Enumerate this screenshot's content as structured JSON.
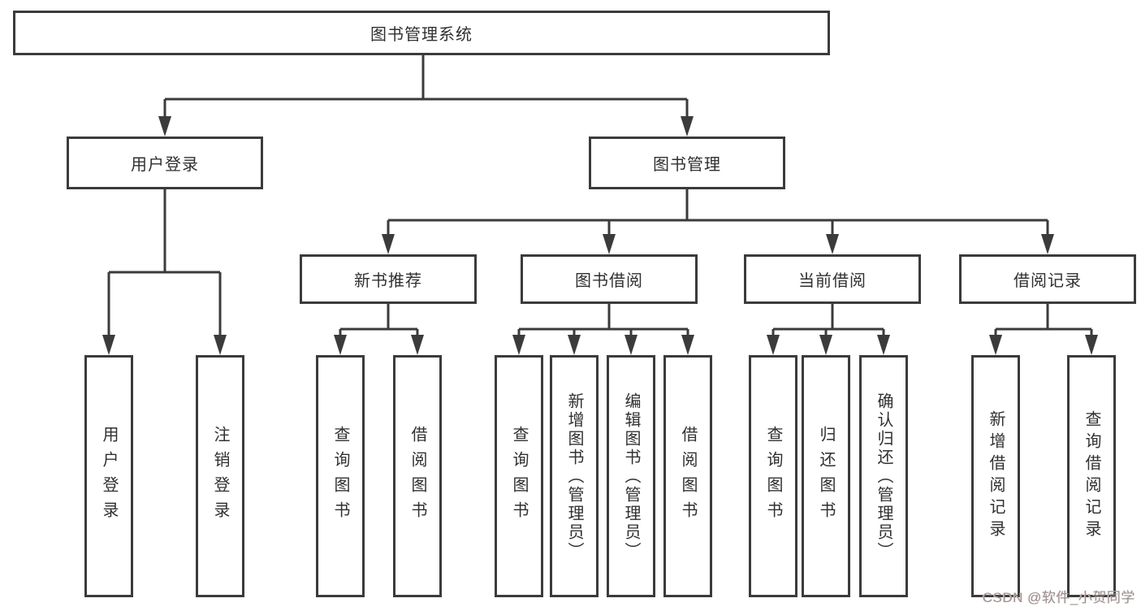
{
  "diagram": {
    "type": "hierarchy-tree",
    "root": {
      "label": "图书管理系统"
    },
    "level2": [
      {
        "label": "用户登录",
        "parent": "图书管理系统"
      },
      {
        "label": "图书管理",
        "parent": "图书管理系统"
      }
    ],
    "level3": [
      {
        "label": "新书推荐",
        "parent": "图书管理"
      },
      {
        "label": "图书借阅",
        "parent": "图书管理"
      },
      {
        "label": "当前借阅",
        "parent": "图书管理"
      },
      {
        "label": "借阅记录",
        "parent": "图书管理"
      }
    ],
    "level4": [
      {
        "label": "用户登录",
        "parent": "用户登录"
      },
      {
        "label": "注销登录",
        "parent": "用户登录"
      },
      {
        "label": "查询图书",
        "parent": "新书推荐"
      },
      {
        "label": "借阅图书",
        "parent": "新书推荐"
      },
      {
        "label": "查询图书",
        "parent": "图书借阅"
      },
      {
        "label": "新增图书（管理员）",
        "parent": "图书借阅"
      },
      {
        "label": "编辑图书（管理员）",
        "parent": "图书借阅"
      },
      {
        "label": "借阅图书",
        "parent": "图书借阅"
      },
      {
        "label": "查询图书",
        "parent": "当前借阅"
      },
      {
        "label": "归还图书",
        "parent": "当前借阅"
      },
      {
        "label": "确认归还（管理员）",
        "parent": "当前借阅"
      },
      {
        "label": "新增借阅记录",
        "parent": "借阅记录"
      },
      {
        "label": "查询借阅记录",
        "parent": "借阅记录"
      }
    ],
    "colors": {
      "line": "#3b3b3b",
      "box_border": "#3b3b3b",
      "box_fill": "#ffffff",
      "text": "#303030",
      "background": "#ffffff"
    }
  },
  "watermark": {
    "text": "CSDN @软件_小贺同学",
    "color": "#989393"
  }
}
